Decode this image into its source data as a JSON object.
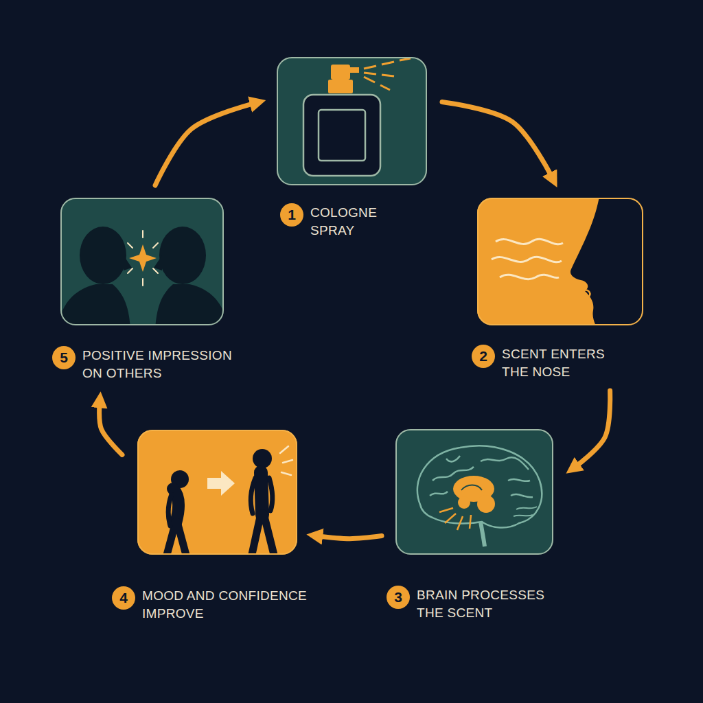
{
  "diagram": {
    "nodes": [
      {
        "text": [
          "1",
          "COLOGNE SPRAY"
        ]
      },
      {
        "text": [
          "2",
          "SCENT ENTERS THE NOSE"
        ]
      },
      {
        "text": [
          "3",
          "BRAIN PROCESSES THE SCENT"
        ]
      },
      {
        "text": [
          "4",
          "MOOD AND CONFIDENCE IMPROVE"
        ]
      },
      {
        "text": [
          "5",
          "POSITIVE IMPRESSION ON OTHERS"
        ]
      }
    ],
    "edges": [
      {
        "from": 0,
        "to": 1,
        "arrow": "to"
      },
      {
        "from": 1,
        "to": 2,
        "arrow": "to"
      },
      {
        "from": 2,
        "to": 3,
        "arrow": "to"
      },
      {
        "from": 3,
        "to": 4,
        "arrow": "to"
      },
      {
        "from": 4,
        "to": 0,
        "arrow": "to"
      }
    ]
  }
}
